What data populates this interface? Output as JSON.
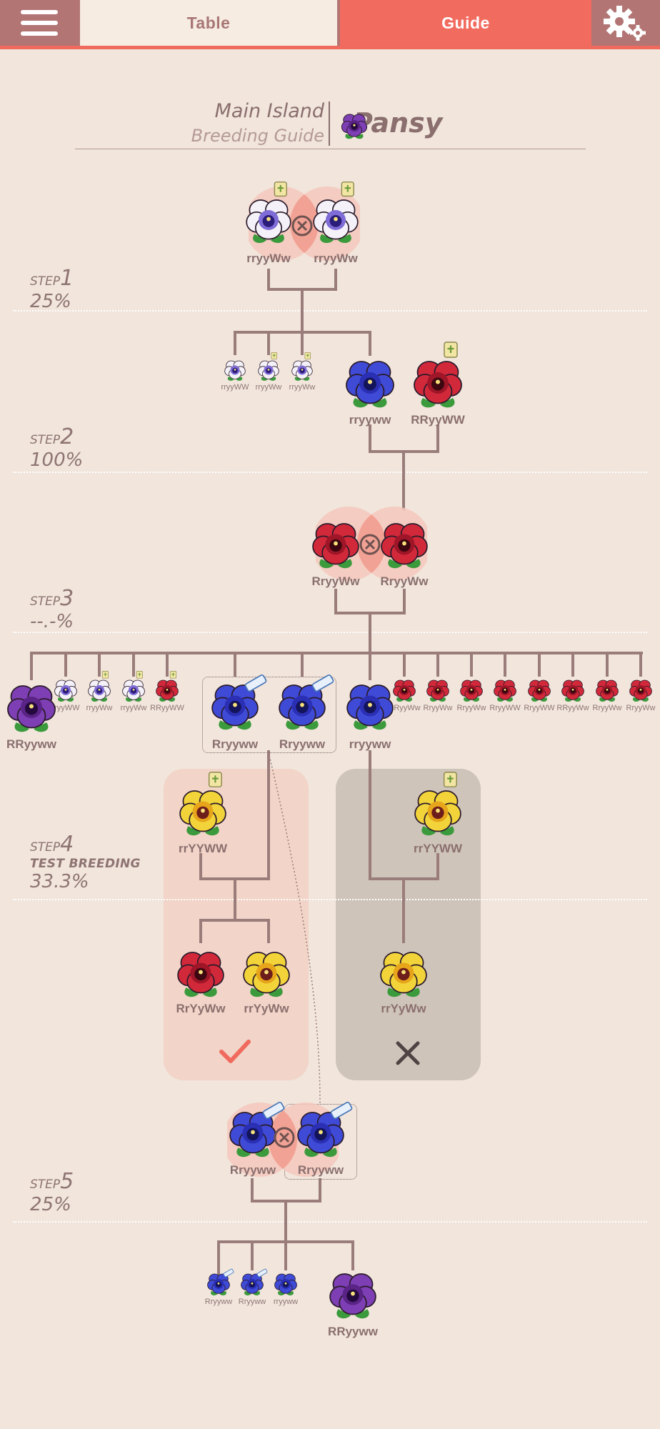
{
  "header": {
    "menu_icon": "hamburger-icon",
    "tab_table": "Table",
    "tab_guide": "Guide",
    "settings_icon": "gear-icon",
    "colors": {
      "bar": "#b27574",
      "active_tab": "#f26b5f",
      "inactive_tab": "#f6ece2"
    }
  },
  "title": {
    "main": "Main Island",
    "sub": "Breeding Guide",
    "flower": "Pansy"
  },
  "steps": [
    {
      "label": "STEP",
      "num": "1",
      "pct": "25%"
    },
    {
      "label": "STEP",
      "num": "2",
      "pct": "100%"
    },
    {
      "label": "STEP",
      "num": "3",
      "pct": "--.-%"
    },
    {
      "label": "STEP",
      "num": "4",
      "test": "TEST BREEDING",
      "pct": "33.3%"
    },
    {
      "label": "STEP",
      "num": "5",
      "pct": "25%"
    }
  ],
  "step1": {
    "parent_a": "rryyWw",
    "parent_b": "rryyWw"
  },
  "step1_children": {
    "small": [
      "rryyWW",
      "rryyWw",
      "rryyWw"
    ],
    "a": "rryyww",
    "b": "RRyyWW"
  },
  "step3": {
    "parent_a": "RryyWw",
    "parent_b": "RryyWw"
  },
  "step3_children": {
    "first": "RRyyww",
    "small_left": [
      "rryyWW",
      "rryyWw",
      "rryyWw",
      "RRyyWW"
    ],
    "boxed": [
      "Rryyww",
      "Rryyww"
    ],
    "mid": "rryyww",
    "small_right": [
      "RRyyWw",
      "RryyWw",
      "RryyWw",
      "RryyWW",
      "RryyWW",
      "RRyyWw",
      "RryyWw",
      "RryyWw"
    ]
  },
  "step4": {
    "ok_parent": "rrYYWW",
    "ok_children": [
      "RrYyWw",
      "rrYyWw"
    ],
    "no_parent": "rrYYWW",
    "no_child": "rrYyWw",
    "ok_icon": "check-icon",
    "no_icon": "cross-icon"
  },
  "step5": {
    "parent_a": "Rryyww",
    "parent_b": "Rryyww"
  },
  "step5_children": {
    "small": [
      "Rryyww",
      "Rryyww",
      "rryyww"
    ],
    "big": "RRyyww"
  }
}
